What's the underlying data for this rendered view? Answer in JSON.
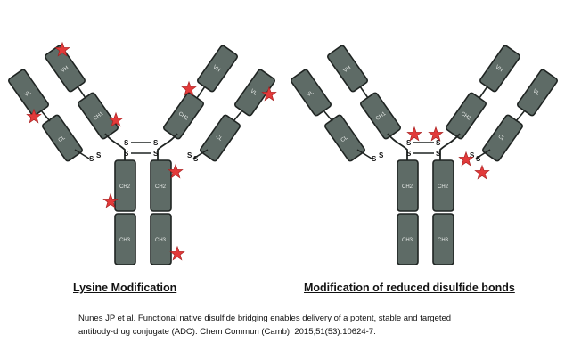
{
  "panels": [
    {
      "id": "lysine",
      "label": "Lysine Modification"
    },
    {
      "id": "disulfide",
      "label": "Modification of reduced disulfide bonds"
    }
  ],
  "domain_labels": {
    "vh": "VH",
    "vl": "VL",
    "ch1": "CH1",
    "cl": "CL",
    "ch2": "CH2",
    "ch3": "CH3"
  },
  "bond_label": "S",
  "citation": {
    "line1": "Nunes JP et al. Functional native disulfide bridging enables delivery of a potent, stable and targeted",
    "line2": "antibody-drug conjugate (ADC). Chem Commun (Camb). 2015;51(53):10624-7."
  },
  "colors": {
    "domain_fill": "#5e6b66",
    "star_fill": "#e23a3a"
  }
}
